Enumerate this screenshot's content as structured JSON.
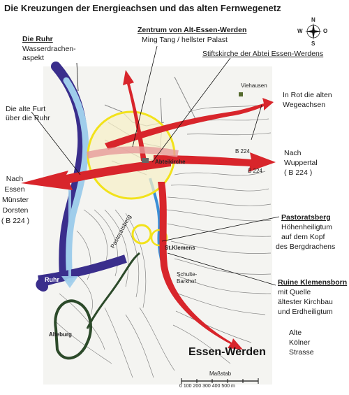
{
  "title": "Die Kreuzungen der Energieachsen und das alten Fernwegenetz",
  "compass": {
    "north": "N",
    "south": "S",
    "west": "W",
    "east": "O"
  },
  "labels": {
    "ruhr_title": "Die Ruhr",
    "ruhr_desc_1": "Wasserdrachen-",
    "ruhr_desc_2": "aspekt",
    "center_title": "Zentrum von Alt-Essen-Werden",
    "center_desc": "Ming Tang / hellster Palast",
    "stift": "Stiftskirche der Abtei Essen-Werdens",
    "furt_1": "Die alte Furt",
    "furt_2": "über die Ruhr",
    "rot_1": "In Rot die alten",
    "rot_2": "Wegeachsen",
    "wupp_1": "Nach",
    "wupp_2": "Wuppertal",
    "wupp_3": "( B 224 )",
    "essen_1": "Nach",
    "essen_2": "Essen",
    "essen_3": "Münster",
    "essen_4": "Dorsten",
    "essen_5": "( B 224 )",
    "pastor_title": "Pastoratsberg",
    "pastor_1": "Höhenheiligtum",
    "pastor_2": "auf dem Kopf",
    "pastor_3": "des Bergdrachens",
    "ruine_title": "Ruine Klemensborn",
    "ruine_1": "mit Quelle",
    "ruine_2": "ältester Kirchbau",
    "ruine_3": "und Erdheiligtum",
    "koelner_1": "Alte",
    "koelner_2": "Kölner",
    "koelner_3": "Strasse",
    "city": "Essen-Werden"
  },
  "map_labels": {
    "viehausen": "Viehausen",
    "abteikirche": "Abteikirche",
    "st_klemens": "St.Klemens",
    "schulte_1": "Schulte-",
    "schulte_2": "Barkhof",
    "alteburg": "Alteburg",
    "ruhr_river": "Ruhr",
    "pastoratsberg_road": "Pastoratsberg",
    "b224_top": "B 224",
    "b224_right": "B 224",
    "massstab": "Maßstab",
    "scale_ticks": "0 100 200 300 400 500 m"
  },
  "colors": {
    "axis_red": "#d8252b",
    "river_dark": "#3a2e8c",
    "river_light": "#9fcdeb",
    "circle_yellow": "#f2e21a",
    "contour": "#5a5a5a",
    "alteburg_green": "#2c4a2a",
    "center_fill": "#f7f0c8"
  }
}
